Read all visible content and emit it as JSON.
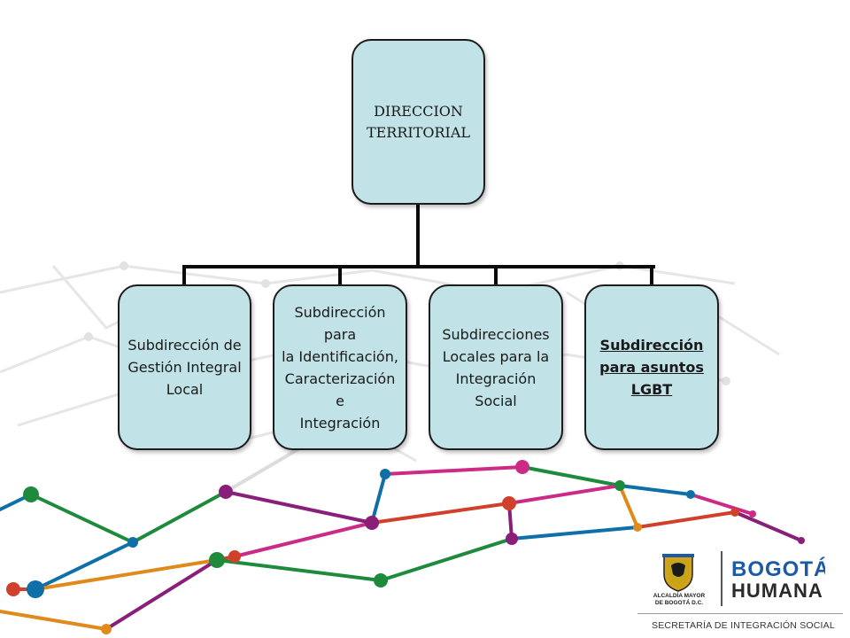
{
  "org_chart": {
    "root": {
      "lines": [
        "DIRECCION",
        "TERRITORIAL"
      ]
    },
    "children": [
      {
        "lines": [
          "Subdirección de",
          "Gestión Integral",
          "Local"
        ]
      },
      {
        "lines": [
          "Subdirección para",
          "la Identificación,",
          "Caracterización e",
          "Integración"
        ]
      },
      {
        "lines": [
          "Subdirecciones",
          "Locales para la",
          "Integración Social"
        ]
      },
      {
        "lines": [
          "Subdirección",
          "para asuntos",
          "LGBT"
        ]
      }
    ]
  },
  "branding": {
    "alcaldia_lines": [
      "ALCALDÍA MAYOR",
      "DE BOGOTÁ D.C."
    ],
    "logo_line1": "BOGOTÁ",
    "logo_line2": "HUMANA",
    "footer": "SECRETARÍA DE INTEGRACIÓN SOCIAL"
  },
  "colors": {
    "box_fill": "#c1e3e7",
    "box_border": "#1c1c1c",
    "connector": "#0a0a0a",
    "network": [
      "#0f6fa8",
      "#1e8a3c",
      "#8a1f7a",
      "#d0402a",
      "#cc2a87",
      "#e08a1c"
    ]
  }
}
